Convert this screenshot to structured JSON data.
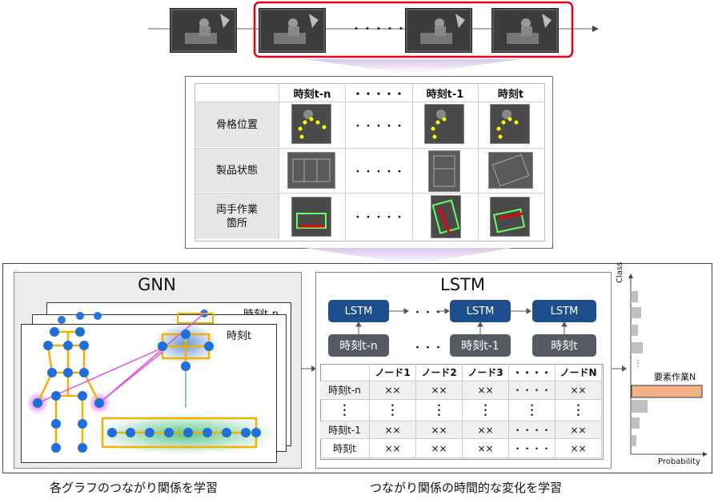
{
  "top_sequence": {
    "ellipsis": "・・・・・"
  },
  "features_table": {
    "headers": [
      "時刻t-n",
      "・・・・・",
      "時刻t-1",
      "時刻t"
    ],
    "rows": [
      {
        "label": "骨格位置",
        "middle": "・・・・・"
      },
      {
        "label": "製品状態",
        "middle": "・・・・・"
      },
      {
        "label": "両手作業\n箇所",
        "middle": "・・・・・"
      }
    ]
  },
  "gnn": {
    "title": "GNN",
    "graph_label_back": "時刻t-n",
    "graph_label_front": "時刻t"
  },
  "lstm": {
    "title": "LSTM",
    "cells": [
      "LSTM",
      "LSTM",
      "LSTM"
    ],
    "dots": "・・・",
    "time_labels": [
      "時刻t-n",
      "時刻t-1",
      "時刻t"
    ],
    "table": {
      "headers": [
        "",
        "ノード1",
        "ノード2",
        "ノード3",
        "・・・・",
        "ノードN"
      ],
      "rows": [
        [
          "時刻t-n",
          "××",
          "××",
          "××",
          "・・・・",
          "××"
        ],
        [
          "・\n・\n・",
          "・\n・\n・",
          "・\n・\n・",
          "・\n・\n・",
          "・\n・\n・",
          "・\n・\n・"
        ],
        [
          "時刻t-1",
          "××",
          "××",
          "××",
          "・・・・",
          "××"
        ],
        [
          "時刻t",
          "××",
          "××",
          "××",
          "・・・・",
          "××"
        ]
      ]
    }
  },
  "output_chart": {
    "y_axis_label": "Class",
    "x_axis_label": "Probability",
    "highlight_label": "要素作業N",
    "colors": {
      "highlight": "#f4b183",
      "bars": "#bfbfbf"
    }
  },
  "captions": {
    "left": "各グラフのつながり関係を学習",
    "right": "つながり関係の時間的な変化を学習"
  }
}
